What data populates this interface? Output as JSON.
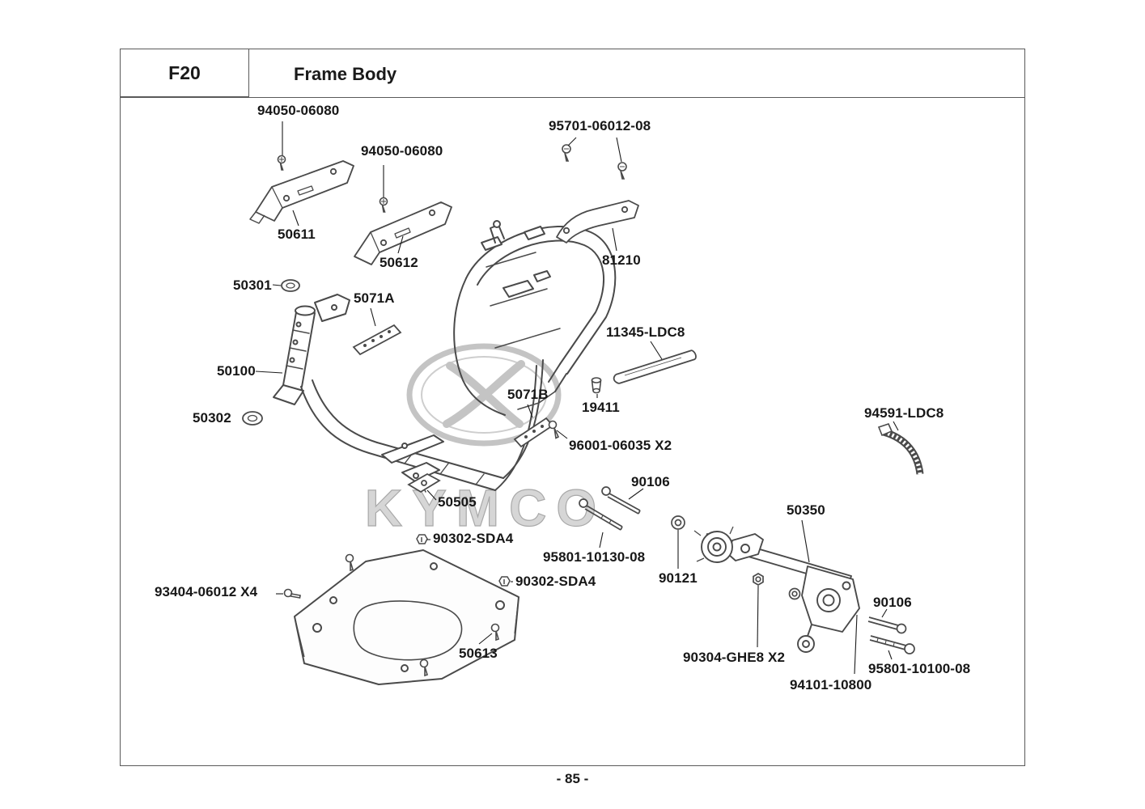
{
  "header": {
    "code": "F20",
    "title": "Frame Body"
  },
  "footer": {
    "page_number": "- 85 -"
  },
  "watermark": {
    "text": "KYMCO"
  },
  "colors": {
    "ink": "#1a1a1a",
    "line": "#4a4a4a",
    "watermark": "#d6d6d6"
  },
  "part_labels": [
    {
      "text": "94050-06080"
    },
    {
      "text": "94050-06080"
    },
    {
      "text": "95701-06012-08"
    },
    {
      "text": "50611"
    },
    {
      "text": "50612"
    },
    {
      "text": "81210"
    },
    {
      "text": "50301"
    },
    {
      "text": "5071A"
    },
    {
      "text": "11345-LDC8"
    },
    {
      "text": "50100"
    },
    {
      "text": "5071B"
    },
    {
      "text": "19411"
    },
    {
      "text": "94591-LDC8"
    },
    {
      "text": "50302"
    },
    {
      "text": "96001-06035 X2"
    },
    {
      "text": "90106"
    },
    {
      "text": "50505"
    },
    {
      "text": "50350"
    },
    {
      "text": "90302-SDA4"
    },
    {
      "text": "95801-10130-08"
    },
    {
      "text": "90121"
    },
    {
      "text": "90302-SDA4"
    },
    {
      "text": "93404-06012 X4"
    },
    {
      "text": "90106"
    },
    {
      "text": "50613"
    },
    {
      "text": "90304-GHE8 X2"
    },
    {
      "text": "95801-10100-08"
    },
    {
      "text": "94101-10800"
    }
  ]
}
